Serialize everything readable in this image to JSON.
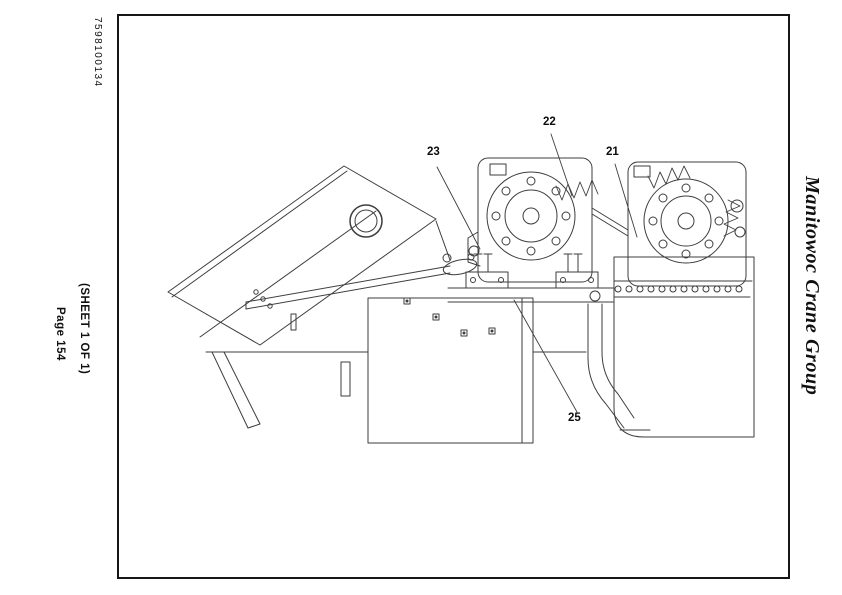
{
  "page": {
    "part_number": "7598100134",
    "sheet_label": "(SHEET 1 OF 1)",
    "page_label": "Page 154",
    "brand": "Manitowoc Crane Group"
  },
  "callouts": [
    {
      "label": "23"
    },
    {
      "label": "22"
    },
    {
      "label": "21"
    },
    {
      "label": "25"
    }
  ],
  "colors": {
    "line": "#3e3e3e",
    "ink": "#101010",
    "frame": "#161616"
  }
}
